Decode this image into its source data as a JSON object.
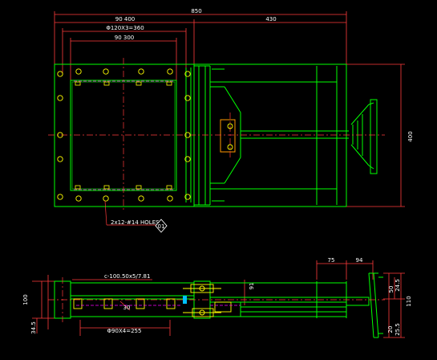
{
  "drawing": {
    "background": "#000000",
    "colors": {
      "outline": "#00ff00",
      "dimension": "#ff3b3b",
      "center": "#ff3b3b",
      "bolt": "#ffff00",
      "hidden": "#ff00ff",
      "accent": "#00c0ff",
      "text": "#ffffff"
    },
    "top_view": {
      "dims": {
        "overall_width": "850",
        "left_width": "90 400",
        "right_width": "430",
        "bolt_circle": "Φ120X3=360",
        "inner_width": "90 300",
        "overall_height": "400"
      },
      "callout_text": "2x12-#14 HOLES",
      "balloon_label": "01"
    },
    "front_view": {
      "dims": {
        "d75": "75",
        "d94": "94",
        "d91": "91",
        "d50": "50",
        "d24": "24.5",
        "d110": "110",
        "d20": "20",
        "d25": "25.5",
        "d100": "100",
        "d34": "34.5",
        "d30": "30",
        "bolt_spacing": "Φ90X4=255",
        "section_note": "c-100.50x5/7.81"
      }
    }
  }
}
